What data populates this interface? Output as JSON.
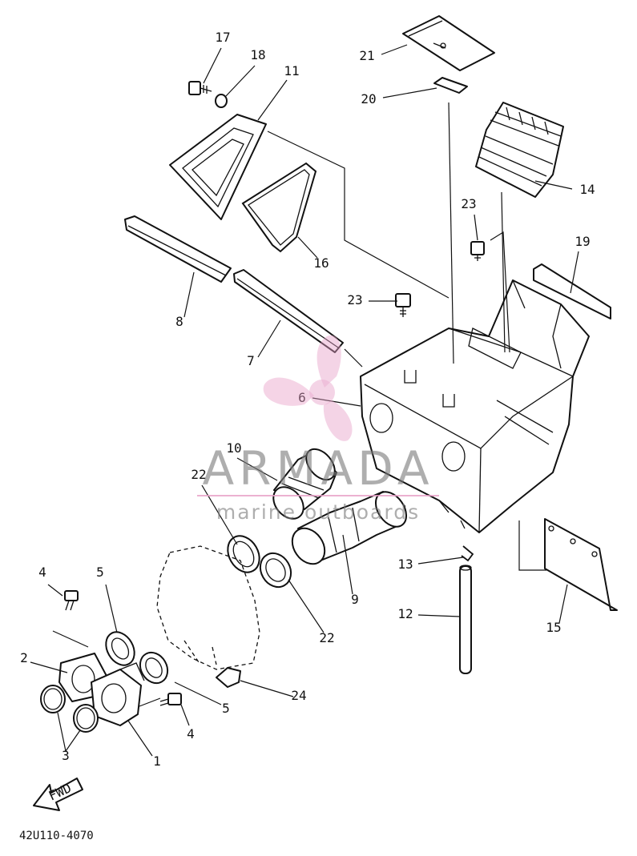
{
  "callouts": [
    "17",
    "18",
    "11",
    "21",
    "20",
    "14",
    "23",
    "19",
    "16",
    "8",
    "23",
    "7",
    "6",
    "10",
    "22",
    "22",
    "9",
    "13",
    "12",
    "15",
    "4",
    "5",
    "2",
    "3",
    "5",
    "24",
    "4",
    "1"
  ],
  "fwd_label": "FWD",
  "drawing_code": "42U110-4070",
  "watermark": {
    "brand": "ARMADA",
    "tagline": "marine outboards",
    "logo_color": "#e8a0c8"
  }
}
